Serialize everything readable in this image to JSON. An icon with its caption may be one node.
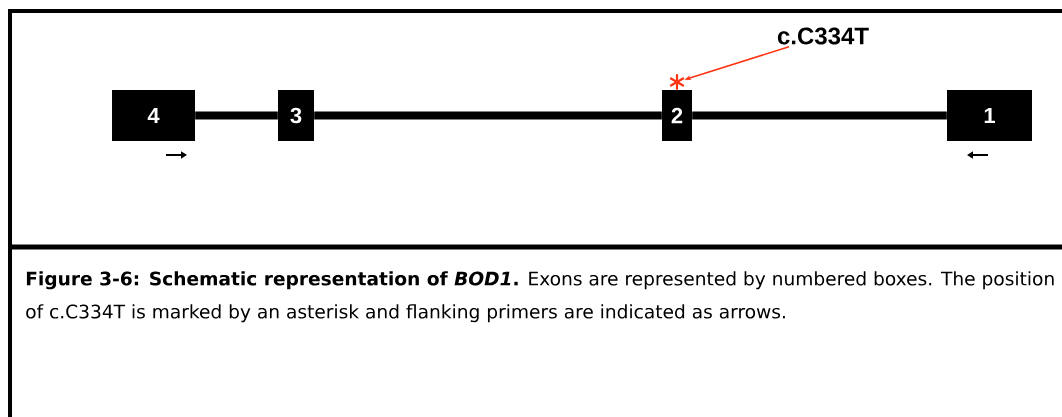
{
  "diagram": {
    "caption": "**Figure 3-6: Schematic representation of *BOD1*.** Exons are represented by numbered boxes. The position of c.C334T is marked by an asterisk and flanking primers are indicated as arrows.",
    "nodes": [
      {
        "text": [
          "4"
        ]
      },
      {
        "text": [
          "3"
        ]
      },
      {
        "text": [
          "2"
        ]
      },
      {
        "text": [
          "1"
        ]
      },
      {
        "text": [
          "c.C334T"
        ]
      },
      {
        "text": [],
        "shape": "asterisk"
      }
    ],
    "edges": [
      {
        "from": 0,
        "to": 1,
        "arrow": "none"
      },
      {
        "from": 1,
        "to": 2,
        "arrow": "none"
      },
      {
        "from": 2,
        "to": 3,
        "arrow": "none"
      },
      {
        "from": 4,
        "to": 5,
        "arrow": "to",
        "color": "#ff3311"
      }
    ]
  }
}
